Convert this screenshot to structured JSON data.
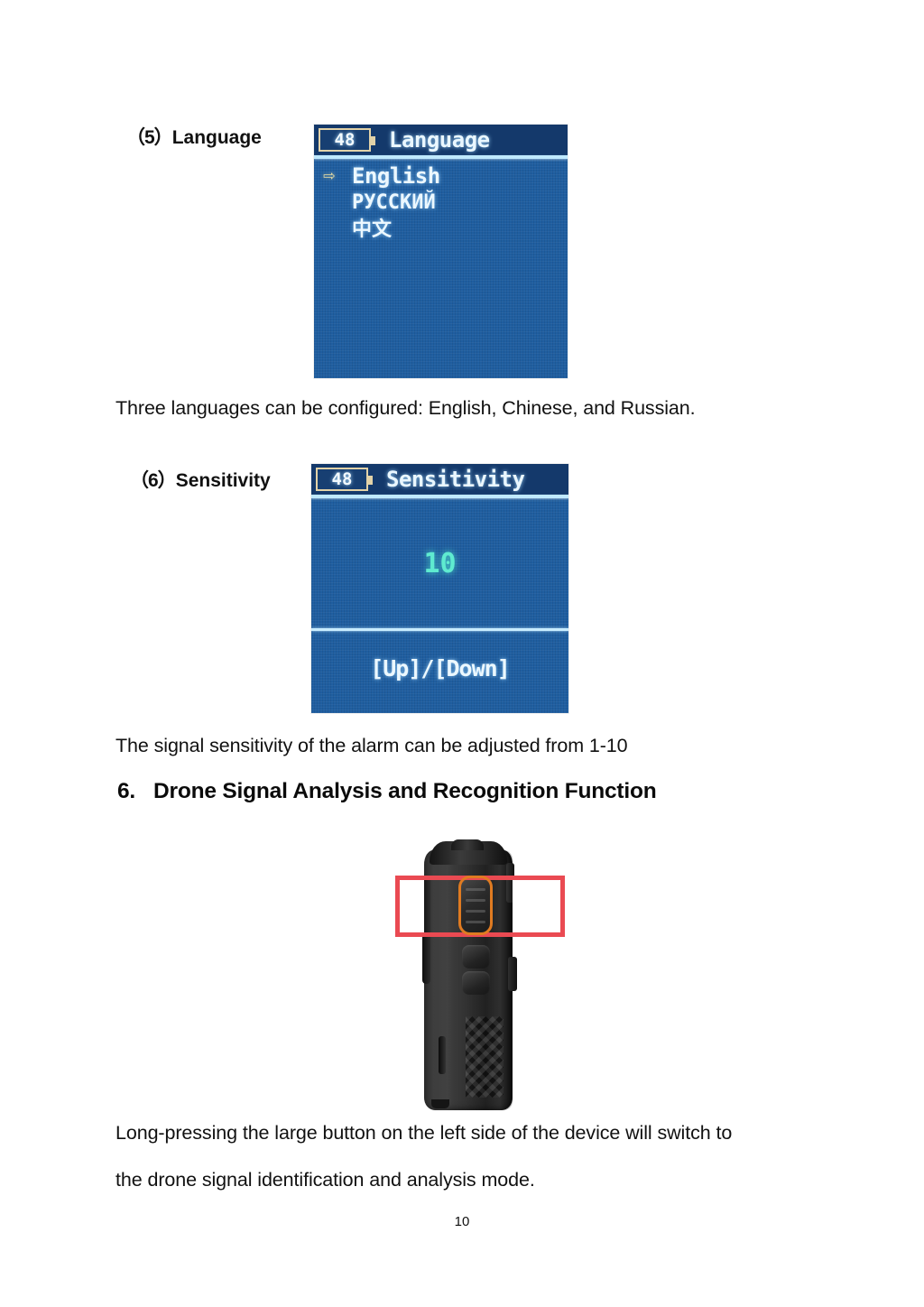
{
  "document": {
    "page_number": "10"
  },
  "sections": [
    {
      "label_paren": "（5）",
      "label_text": "Language",
      "caption": "Three languages can be configured: English, Chinese, and Russian.",
      "screen": {
        "battery": "48",
        "title": "Language",
        "items": [
          {
            "arrow": "⇨",
            "label": "English"
          },
          {
            "arrow": "",
            "label": "РУССКИЙ"
          },
          {
            "arrow": "",
            "label": "中文"
          }
        ]
      }
    },
    {
      "label_paren": "（6）",
      "label_text": "Sensitivity",
      "caption": "The signal sensitivity of the alarm can be adjusted from 1-10",
      "screen": {
        "battery": "48",
        "title": "Sensitivity",
        "value": "10",
        "hint": "[Up]/[Down]"
      }
    }
  ],
  "heading": {
    "number": "6.",
    "text": "Drone Signal Analysis and Recognition Function"
  },
  "figure": {
    "alt": "side view of handheld drone detector device",
    "callout_color": "#ea4a52",
    "highlight_color": "#e07b21"
  },
  "closing": {
    "line1": "Long-pressing the large button on the left side of the device will switch to",
    "line2": "the drone signal identification and analysis mode."
  }
}
